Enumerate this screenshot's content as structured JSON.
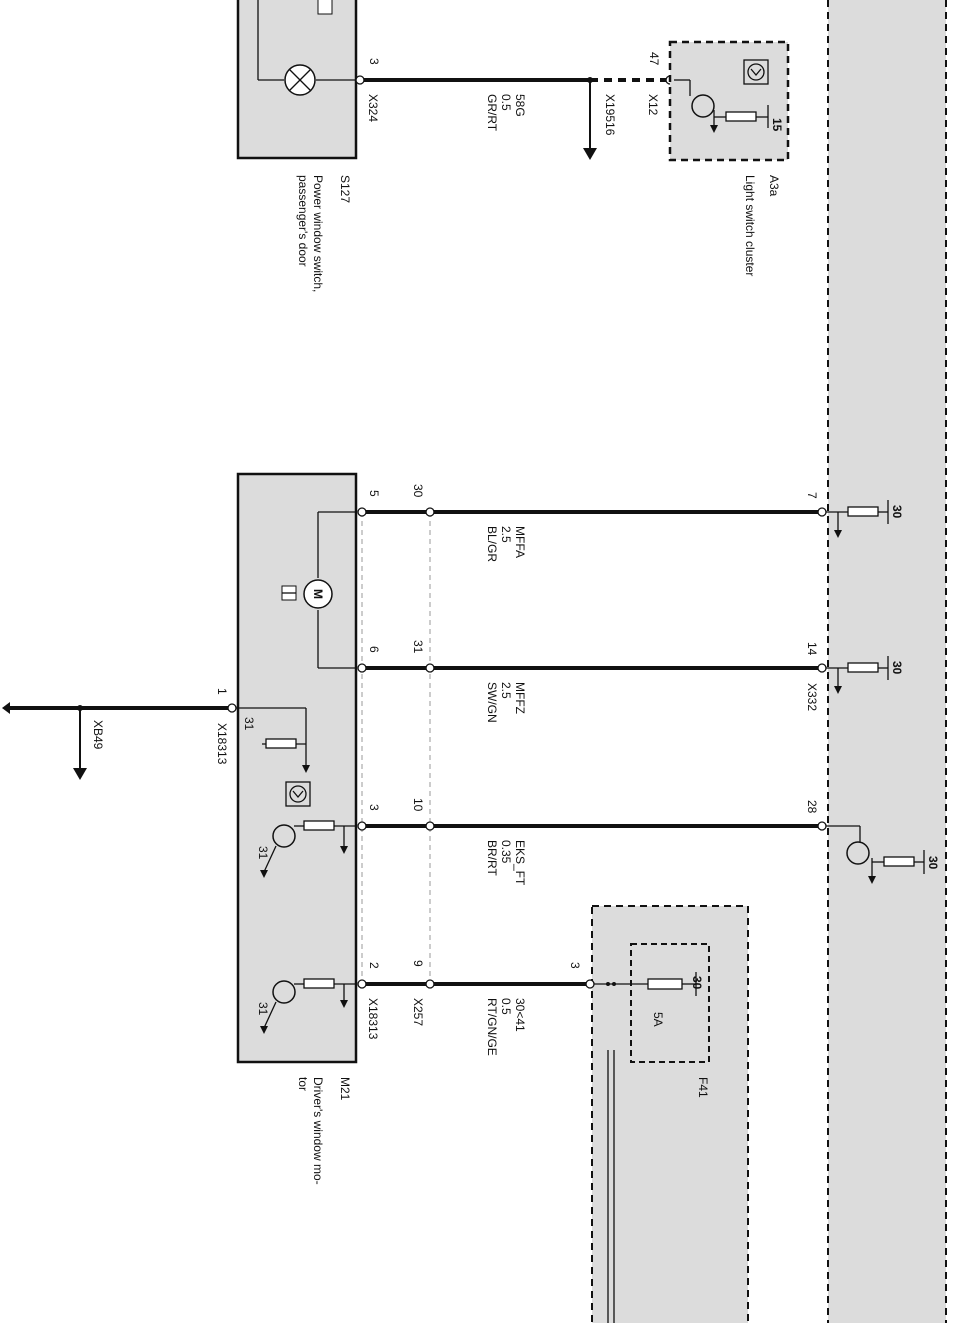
{
  "components": {
    "s127": {
      "id": "S127",
      "line1": "Power window switch,",
      "line2": "passenger's door",
      "connector": "X324",
      "pin": "3"
    },
    "a3a": {
      "id": "A3a",
      "name": "Light switch cluster",
      "connector": "X12",
      "pin": "47",
      "supply": "15"
    },
    "m21": {
      "id": "M21",
      "line1": "Driver's window mo-",
      "line2": "tor",
      "connector": "X18313",
      "connector2": "X257",
      "pin_top": "1",
      "pin_31": "31"
    },
    "f41": {
      "id": "F41",
      "rating": "5A",
      "supply": "30",
      "pin": "3"
    },
    "module": {
      "connector": "X332"
    }
  },
  "wires": [
    {
      "name": "58G",
      "gauge": "0.5",
      "color": "GR/RT",
      "junction": "X19516"
    },
    {
      "name": "MFFA",
      "gauge": "2.5",
      "color": "BL/GR",
      "pin_m": "5",
      "pin_x": "30",
      "pin_mod": "7",
      "supply": "30"
    },
    {
      "name": "MFFZ",
      "gauge": "2.5",
      "color": "SW/GN",
      "pin_m": "6",
      "pin_x": "31",
      "pin_mod": "14",
      "supply": "30"
    },
    {
      "name": "EKS_FT",
      "gauge": "0.35",
      "color": "BR/RT",
      "pin_m": "3",
      "pin_x": "10",
      "pin_mod": "28",
      "supply": "30"
    },
    {
      "name": "30<41",
      "gauge": "0.5",
      "color": "RT/GN/GE",
      "pin_m": "2",
      "pin_x": "9"
    }
  ],
  "misc": {
    "xb49": "XB49",
    "gnd31": "31"
  }
}
